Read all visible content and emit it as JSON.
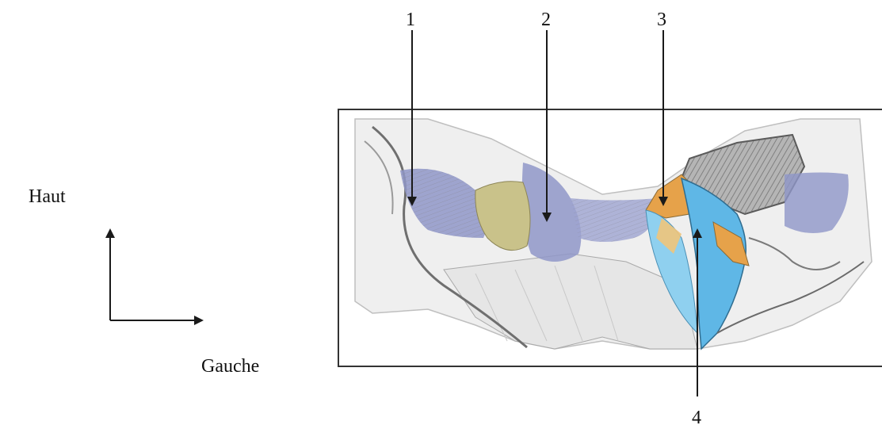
{
  "orientation": {
    "up_label": "Haut",
    "left_label": "Gauche"
  },
  "callouts": {
    "c1": "1",
    "c2": "2",
    "c3": "3",
    "c4": "4"
  },
  "colors": {
    "line": "#1a1a1a",
    "frame": "#333333",
    "blue_violet": "#8f96c8",
    "khaki": "#c9c28a",
    "cyan": "#5fb7e6",
    "orange": "#e6a24a",
    "gray_dark": "#7a7a7a"
  }
}
